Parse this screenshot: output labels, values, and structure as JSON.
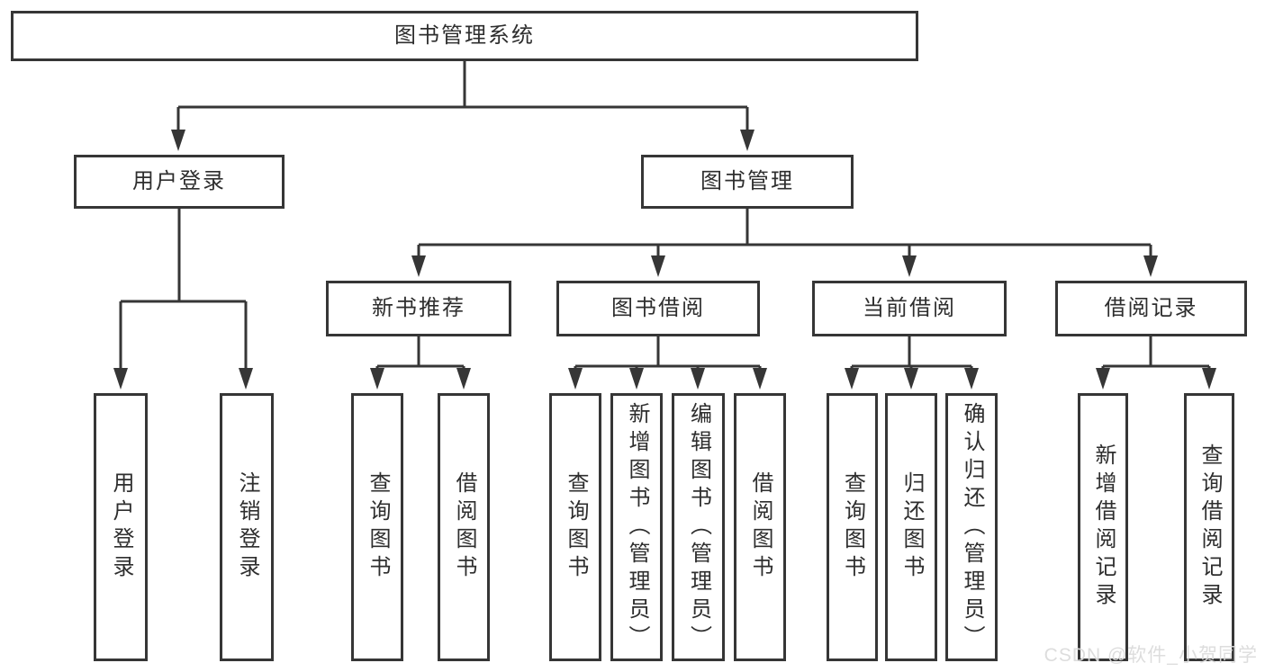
{
  "tree": {
    "root": "图书管理系统",
    "branches": [
      {
        "label": "用户登录",
        "leaves": [
          "用户登录",
          "注销登录"
        ]
      },
      {
        "label": "图书管理",
        "sections": [
          {
            "label": "新书推荐",
            "leaves": [
              "查询图书",
              "借阅图书"
            ]
          },
          {
            "label": "图书借阅",
            "leaves": [
              "查询图书",
              "新增图书（管理员）",
              "编辑图书（管理员）",
              "借阅图书"
            ]
          },
          {
            "label": "当前借阅",
            "leaves": [
              "查询图书",
              "归还图书",
              "确认归还（管理员）"
            ]
          },
          {
            "label": "借阅记录",
            "leaves": [
              "新增借阅记录",
              "查询借阅记录"
            ]
          }
        ]
      }
    ]
  },
  "watermark": "CSDN @软件_小贺同学",
  "colors": {
    "line": "#363636",
    "text": "#2e2e2e",
    "background": "#ffffff",
    "watermark": "#dbdbdb"
  }
}
